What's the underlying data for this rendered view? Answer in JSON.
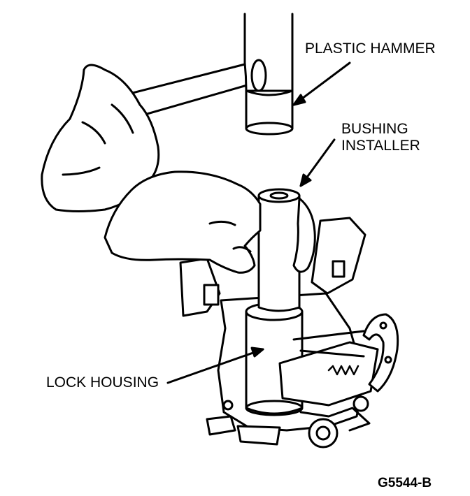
{
  "labels": {
    "plastic_hammer": "PLASTIC HAMMER",
    "bushing_installer_line1": "BUSHING",
    "bushing_installer_line2": "INSTALLER",
    "lock_housing": "LOCK HOUSING",
    "figure_id": "G5544-B"
  },
  "colors": {
    "ink": "#000000",
    "paper": "#ffffff"
  }
}
